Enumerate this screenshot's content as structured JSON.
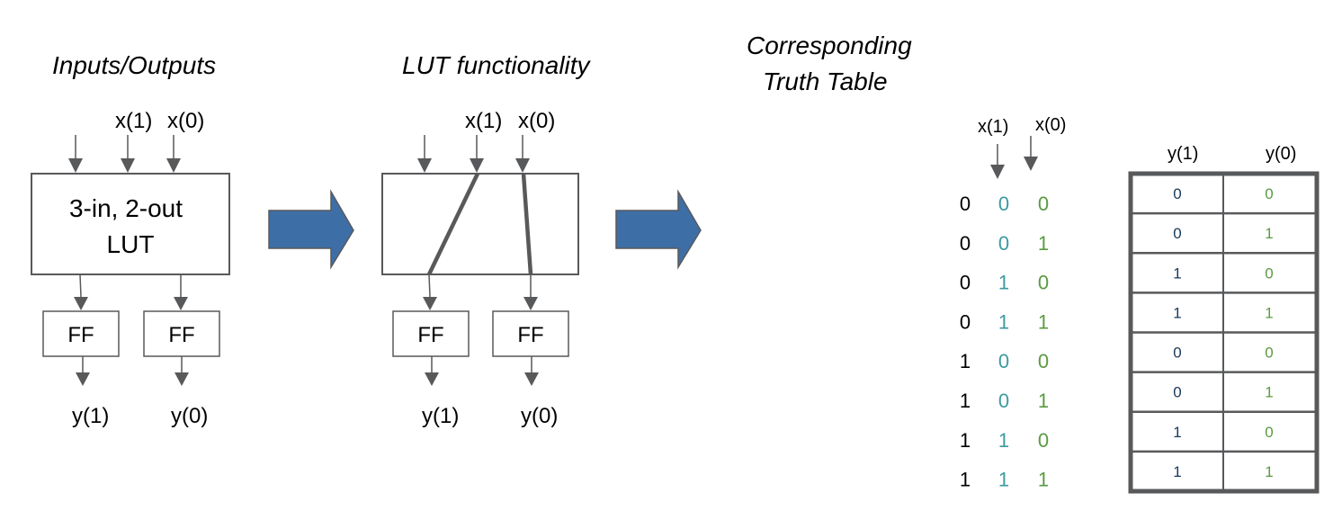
{
  "panels": {
    "io": {
      "title": "Inputs/Outputs",
      "input_labels": [
        "x(1)",
        "x(0)"
      ],
      "lut_line1": "3-in, 2-out",
      "lut_line2": "LUT",
      "ff_labels": [
        "FF",
        "FF"
      ],
      "output_labels": [
        "y(1)",
        "y(0)"
      ]
    },
    "lut": {
      "title": "LUT functionality",
      "input_labels": [
        "x(1)",
        "x(0)"
      ],
      "ff_labels": [
        "FF",
        "FF"
      ],
      "output_labels": [
        "y(1)",
        "y(0)"
      ]
    },
    "truth": {
      "title_line1": "Corresponding",
      "title_line2": "Truth Table",
      "input_headers": [
        "x(1)",
        "x(0)"
      ],
      "output_headers": [
        "y(1)",
        "y(0)"
      ],
      "rows": [
        {
          "in": [
            "0",
            "0",
            "0"
          ],
          "out": [
            "0",
            "0"
          ]
        },
        {
          "in": [
            "0",
            "0",
            "1"
          ],
          "out": [
            "0",
            "1"
          ]
        },
        {
          "in": [
            "0",
            "1",
            "0"
          ],
          "out": [
            "1",
            "0"
          ]
        },
        {
          "in": [
            "0",
            "1",
            "1"
          ],
          "out": [
            "1",
            "1"
          ]
        },
        {
          "in": [
            "1",
            "0",
            "0"
          ],
          "out": [
            "0",
            "0"
          ]
        },
        {
          "in": [
            "1",
            "0",
            "1"
          ],
          "out": [
            "0",
            "1"
          ]
        },
        {
          "in": [
            "1",
            "1",
            "0"
          ],
          "out": [
            "1",
            "0"
          ]
        },
        {
          "in": [
            "1",
            "1",
            "1"
          ],
          "out": [
            "1",
            "1"
          ]
        }
      ]
    }
  },
  "colors": {
    "arrow_fill": "#3d6fa6",
    "line": "#58595b",
    "x1_color": "#3d9aa0",
    "x0_color": "#5a9a42",
    "y1_color": "#163a5c",
    "y0_color": "#5a9a42"
  }
}
